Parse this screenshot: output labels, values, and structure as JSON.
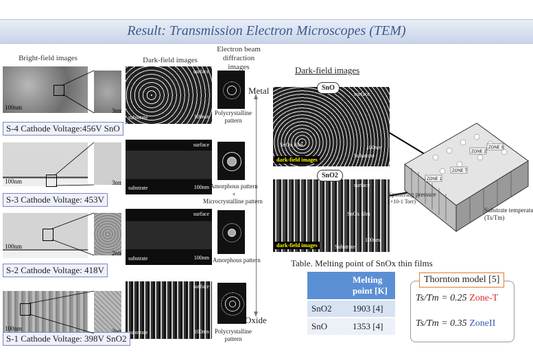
{
  "title": "Result: Transmission Electron Microscopes (TEM)",
  "headers": {
    "bright_field": "Bright-field images",
    "dark_field": "Dark-field images",
    "diffraction": "Electron beam diffraction images",
    "dark_field_right": "Dark-field images"
  },
  "axis_labels": {
    "metal": "Metal",
    "oxide": "Oxide"
  },
  "samples": [
    {
      "label": "S-4 Cathode Voltage:456V SnO",
      "scale_bf": "100nm",
      "scale_zoom": "3nm",
      "scale_df": "100nm",
      "surface": "surface",
      "substrate": "substrate",
      "pattern": "Polycrystalline pattern"
    },
    {
      "label": "S-3 Cathode Voltage: 453V",
      "scale_bf": "100nm",
      "scale_zoom": "3nm",
      "scale_df": "100nm",
      "surface": "surface",
      "substrate": "substrate",
      "pattern": "Amorphous pattern",
      "pattern_plus": "+",
      "pattern2": "Microcrystalline pattern"
    },
    {
      "label": "S-2 Cathode Voltage: 418V",
      "scale_bf": "100nm",
      "scale_zoom": "2nm",
      "scale_df": "100nm",
      "surface": "surface",
      "substrate": "substrate",
      "pattern": "Amorphous pattern"
    },
    {
      "label": "S-1 Cathode Voltage: 398V SnO2",
      "scale_bf": "100nm",
      "scale_zoom": "3nm",
      "scale_df": "100nm",
      "surface": "surface",
      "substrate": "substrate",
      "pattern": "Polycrystalline pattern"
    }
  ],
  "right_images": [
    {
      "chip": "SnO",
      "surface": "surface",
      "film": "SnOx film",
      "substrate": "Substrate",
      "scale": "100nm",
      "tag": "dark-field images"
    },
    {
      "chip": "SnO2",
      "surface": "surface",
      "film": "SnOx film",
      "substrate": "Substrate",
      "scale": "100nm",
      "tag": "dark-field images"
    }
  ],
  "model3d": {
    "sputtering": "Sputtering pressure",
    "sputtering_unit": "(×10-1 Torr)",
    "substrate_temp": "Substrate temperature",
    "substrate_temp_unit": "(Ts/Tm)",
    "zone1": "ZONE 1",
    "zone2": "ZONE 2",
    "zoneT": "ZONE T",
    "zone3": "ZONE 3"
  },
  "table": {
    "caption": "Table. Melting point of SnOx thin films",
    "header": "Melting point [K]",
    "rows": [
      {
        "material": "SnO2",
        "value": "1903 [4]"
      },
      {
        "material": "SnO",
        "value": "1353 [4]"
      }
    ]
  },
  "thornton": {
    "title": "Thornton model [5]",
    "eq1": "Ts/Tm = 0.25",
    "zone1": "Zone-T",
    "eq2": "Ts/Tm = 0.35",
    "zone2": "ZoneII"
  },
  "colors": {
    "zoneT": "#d62a2a",
    "zoneII": "#3a58b5",
    "title": "#3c5a8c"
  }
}
